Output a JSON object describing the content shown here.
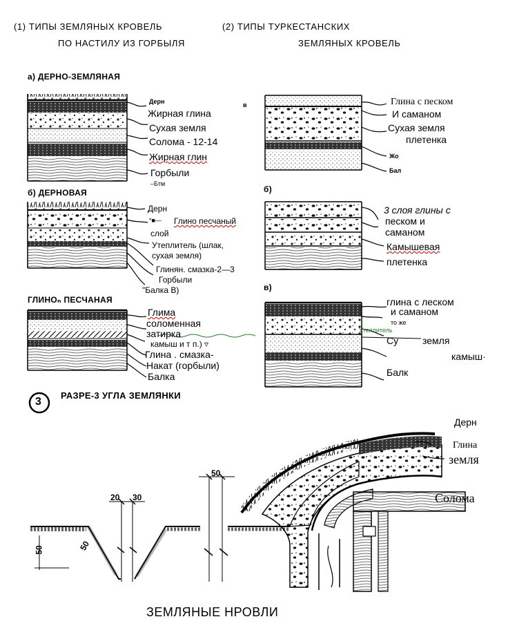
{
  "headers": {
    "left_line1": "(1) ТИПЫ ЗЕМЛЯНЫХ КРОВЕЛЬ",
    "left_line2": "ПО НАСТИЛУ ИЗ ГОРБЫЛЯ",
    "right_line1": "(2) ТИПЫ ТУРКЕСТАНСКИХ",
    "right_line2": "ЗЕМЛЯНЫХ КРОВЕЛЬ"
  },
  "left_sections": {
    "a_title": "а)  ДЕРНО-ЗЕМЛЯНАЯ",
    "a_labels": [
      "Дерн",
      "Жирная глина",
      "Сухая земля",
      "Солома - 12-14",
      "Жирная глин",
      "Горбыли",
      "–Бтм"
    ],
    "b_title": "б)  ДЕРНОВАЯ",
    "b_labels": [
      "Дерн",
      "Глино песчаный",
      "слой",
      "Утеплитель (шлак,",
      "сухая земля)",
      "Глинян. смазка-2—3",
      "Горбыли",
      "\"Балка В)"
    ],
    "b_marker": "*■—",
    "c_title": "ГЛИНОₙ ПЕСЧАНАЯ",
    "c_labels": [
      "Глима",
      "соломенная",
      "затирка",
      "камыш и т п.) ▿",
      "Глина . смазка-",
      "Накат (горбыли)",
      "Балка"
    ]
  },
  "right_sections": {
    "a_letter": "в",
    "a_labels": [
      "Глина с песком",
      "И саманом",
      "Сухая земля",
      "плетенка",
      "Жо",
      "Бал"
    ],
    "b_letter": "б)",
    "b_labels": [
      "3 слоя глины с",
      "песком и",
      "саманом",
      "Камышевая",
      "плетенка"
    ],
    "c_letter": "в)",
    "c_labels": [
      "глина с леском",
      "и саманом",
      "то же",
      "Су",
      "земля",
      "камыш·",
      "Балк"
    ],
    "c_overlay": "Утеплитель"
  },
  "section3": {
    "number": "3",
    "title": "РАЗРЕ-3 УГЛА ЗЕМЛЯНКИ",
    "dims": [
      "20",
      "30",
      "50",
      "50",
      "50"
    ],
    "labels": [
      "Дерн",
      "Глина",
      "земля",
      "Солома"
    ]
  },
  "caption": "ЗЕМЛЯНЫЕ НРОВЛИ"
}
